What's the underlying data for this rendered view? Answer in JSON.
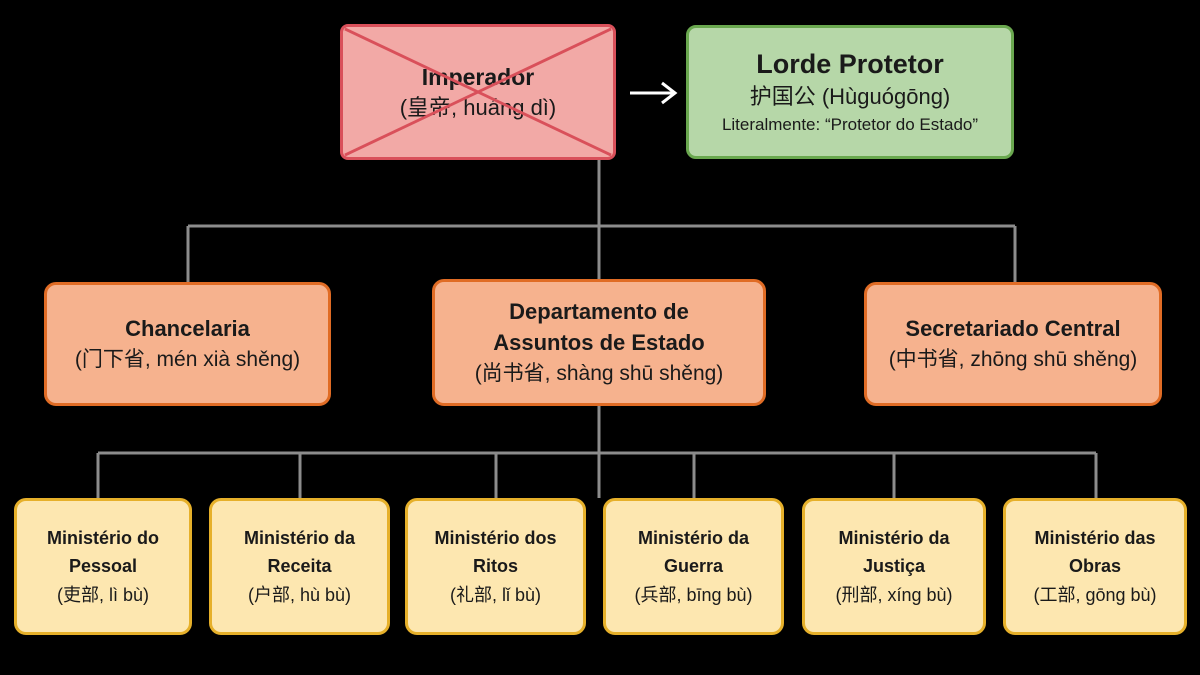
{
  "emperor": {
    "title": "Imperador",
    "sub": "(皇帝, huáng dì)"
  },
  "protector": {
    "title": "Lorde Protetor",
    "sub": "护国公 (Hùguógōng)",
    "note": "Literalmente: “Protetor do Estado”"
  },
  "mid": [
    {
      "title": "Chancelaria",
      "sub": "(门下省, mén xià shěng)"
    },
    {
      "title_line1": "Departamento de",
      "title_line2": "Assuntos de Estado",
      "sub": "(尚书省, shàng shū shěng)"
    },
    {
      "title": "Secretariado Central",
      "sub": "(中书省, zhōng shū shěng)"
    }
  ],
  "ministries": [
    {
      "line1": "Ministério do",
      "line2": "Pessoal",
      "sub": "(吏部, lì bù)"
    },
    {
      "line1": "Ministério da",
      "line2": "Receita",
      "sub": "(户部, hù bù)"
    },
    {
      "line1": "Ministério dos",
      "line2": "Ritos",
      "sub": "(礼部, lǐ bù)"
    },
    {
      "line1": "Ministério da",
      "line2": "Guerra",
      "sub": "(兵部, bīng bù)"
    },
    {
      "line1": "Ministério da",
      "line2": "Justiça",
      "sub": "(刑部, xíng bù)"
    },
    {
      "line1": "Ministério das",
      "line2": "Obras",
      "sub": "(工部, gōng bù)"
    }
  ],
  "colors": {
    "background": "#000000",
    "abolished_fill": "#f2a9a6",
    "abolished_border": "#d9505a",
    "protector_fill": "#b6d7a8",
    "protector_border": "#6aa84f",
    "department_fill": "#f6b28e",
    "department_border": "#e06c25",
    "ministry_fill": "#fde7b0",
    "ministry_border": "#e6b02a",
    "connector": "#8c8c8c"
  }
}
